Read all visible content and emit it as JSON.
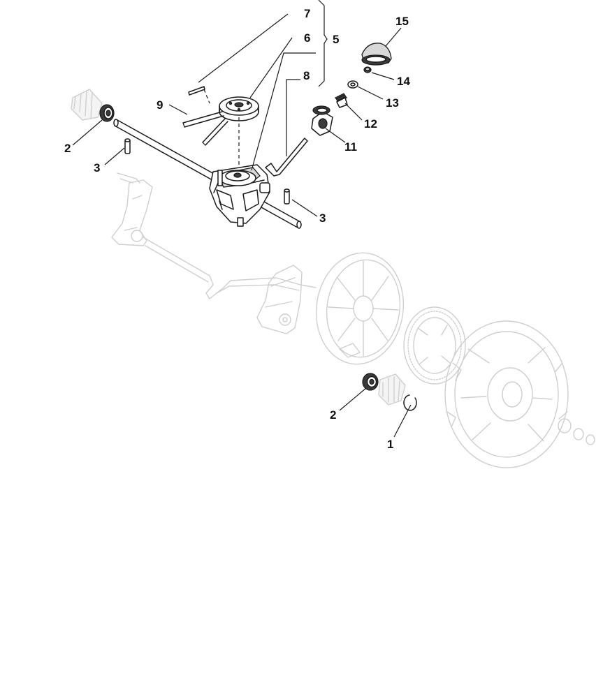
{
  "callouts": {
    "c1": "1",
    "c2a": "2",
    "c2b": "2",
    "c3a": "3",
    "c3b": "3",
    "c5": "5",
    "c6": "6",
    "c7": "7",
    "c8": "8",
    "c9": "9",
    "c11": "11",
    "c12": "12",
    "c13": "13",
    "c14": "14",
    "c15": "15"
  }
}
